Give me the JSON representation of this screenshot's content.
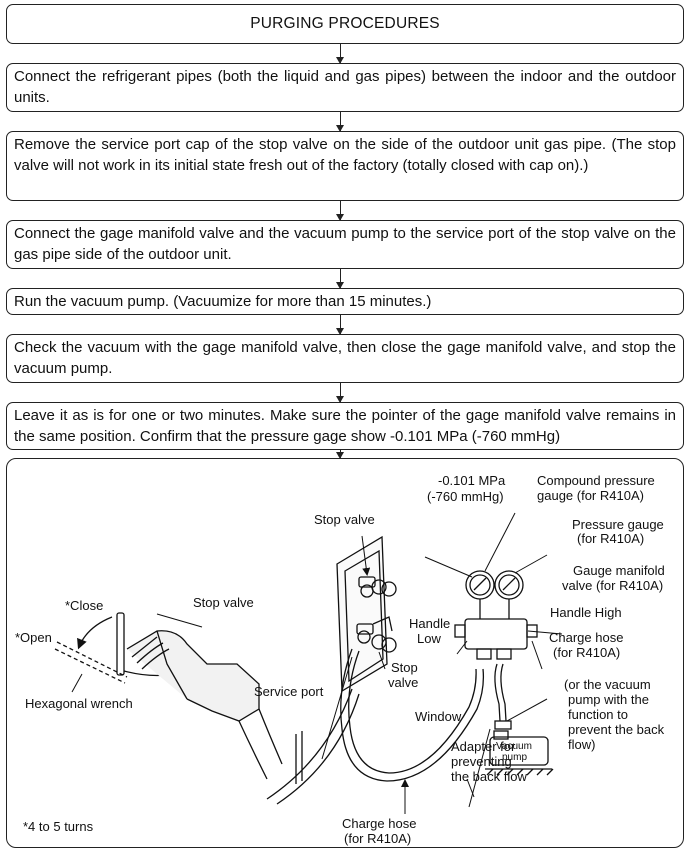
{
  "title": "PURGING PROCEDURES",
  "steps": [
    "Connect the refrigerant pipes (both the liquid and gas pipes) between the indoor and the outdoor units.",
    "Remove the service port cap of the stop valve on the side of the outdoor unit gas pipe. (The stop valve will not work in its initial state fresh out of the factory (totally closed with cap on).)",
    "Connect the gage manifold valve and the vacuum pump to the service port of the stop valve on the gas pipe side of the outdoor unit.",
    "Run the vacuum pump. (Vacuumize for more than 15 minutes.)",
    "Check the vacuum with the gage manifold valve, then close the gage manifold valve, and stop the vacuum pump.",
    "Leave it as is for one or two minutes. Make sure the pointer of the gage manifold valve remains in the same position. Confirm that the pressure gage show -0.101 MPa (-760 mmHg)"
  ],
  "diagram": {
    "close": "*Close",
    "open": "*Open",
    "stop_valve_left": "Stop valve",
    "hex_wrench": "Hexagonal wrench",
    "turns": "*4 to 5 turns",
    "stop_valve_top": "Stop valve",
    "mpa": "-0.101 MPa",
    "mmhg": "(-760 mmHg)",
    "compound_1": "Compound pressure",
    "compound_2": "gauge (for R410A)",
    "pressure_1": "Pressure gauge",
    "pressure_2": "(for R410A)",
    "manifold_1": "Gauge manifold",
    "manifold_2": "valve (for R410A)",
    "handle_low_1": "Handle",
    "handle_low_2": "Low",
    "handle_high": "Handle High",
    "charge_hose_r_1": "Charge hose",
    "charge_hose_r_2": "(for R410A)",
    "stop_valve_bottom_1": "Stop",
    "stop_valve_bottom_2": "valve",
    "service_port": "Service port",
    "window": "Window",
    "vacuum_1": "Vacuum",
    "vacuum_2": "pump",
    "vp_note_1": "(or the vacuum",
    "vp_note_2": "pump with the",
    "vp_note_3": "function to",
    "vp_note_4": "prevent the back",
    "vp_note_5": "flow)",
    "adapter_1": "Adapter for",
    "adapter_2": "preventing",
    "adapter_3": "the back flow",
    "charge_hose_b_1": "Charge hose",
    "charge_hose_b_2": "(for R410A)"
  }
}
